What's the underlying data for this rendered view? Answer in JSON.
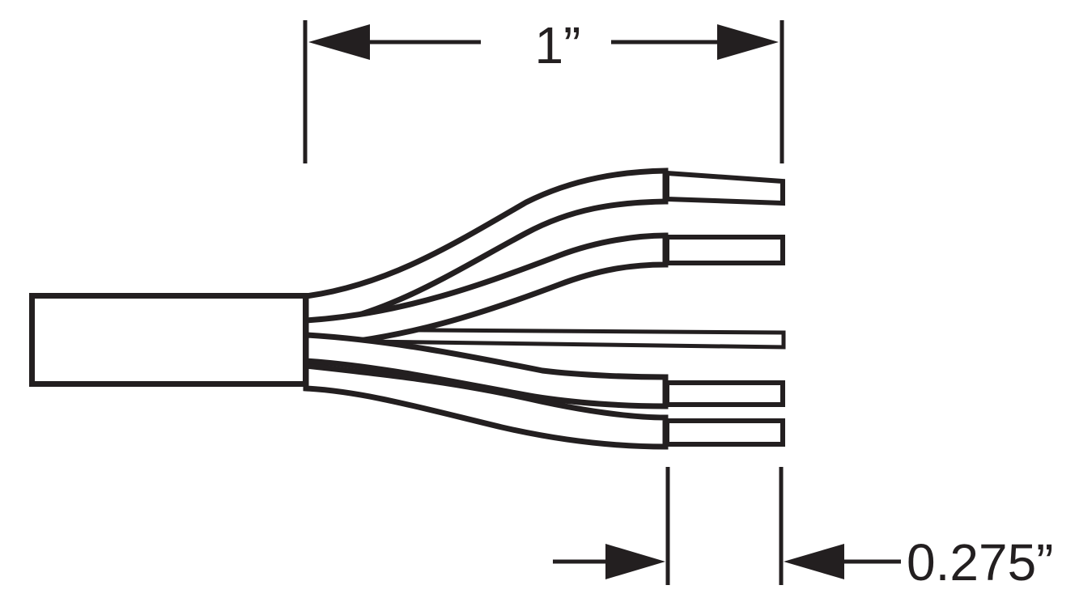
{
  "page": {
    "background_color": "#ffffff"
  },
  "diagram": {
    "kind": "cable-strip-technical-drawing",
    "line_color": "#231f20",
    "wire_count": 5,
    "dimensions": {
      "strip_length": {
        "label": "1”",
        "value": "1",
        "unit": "inch"
      },
      "conductor_strip_length": {
        "label": "0.275”",
        "value": "0.275",
        "unit": "inch"
      }
    }
  }
}
